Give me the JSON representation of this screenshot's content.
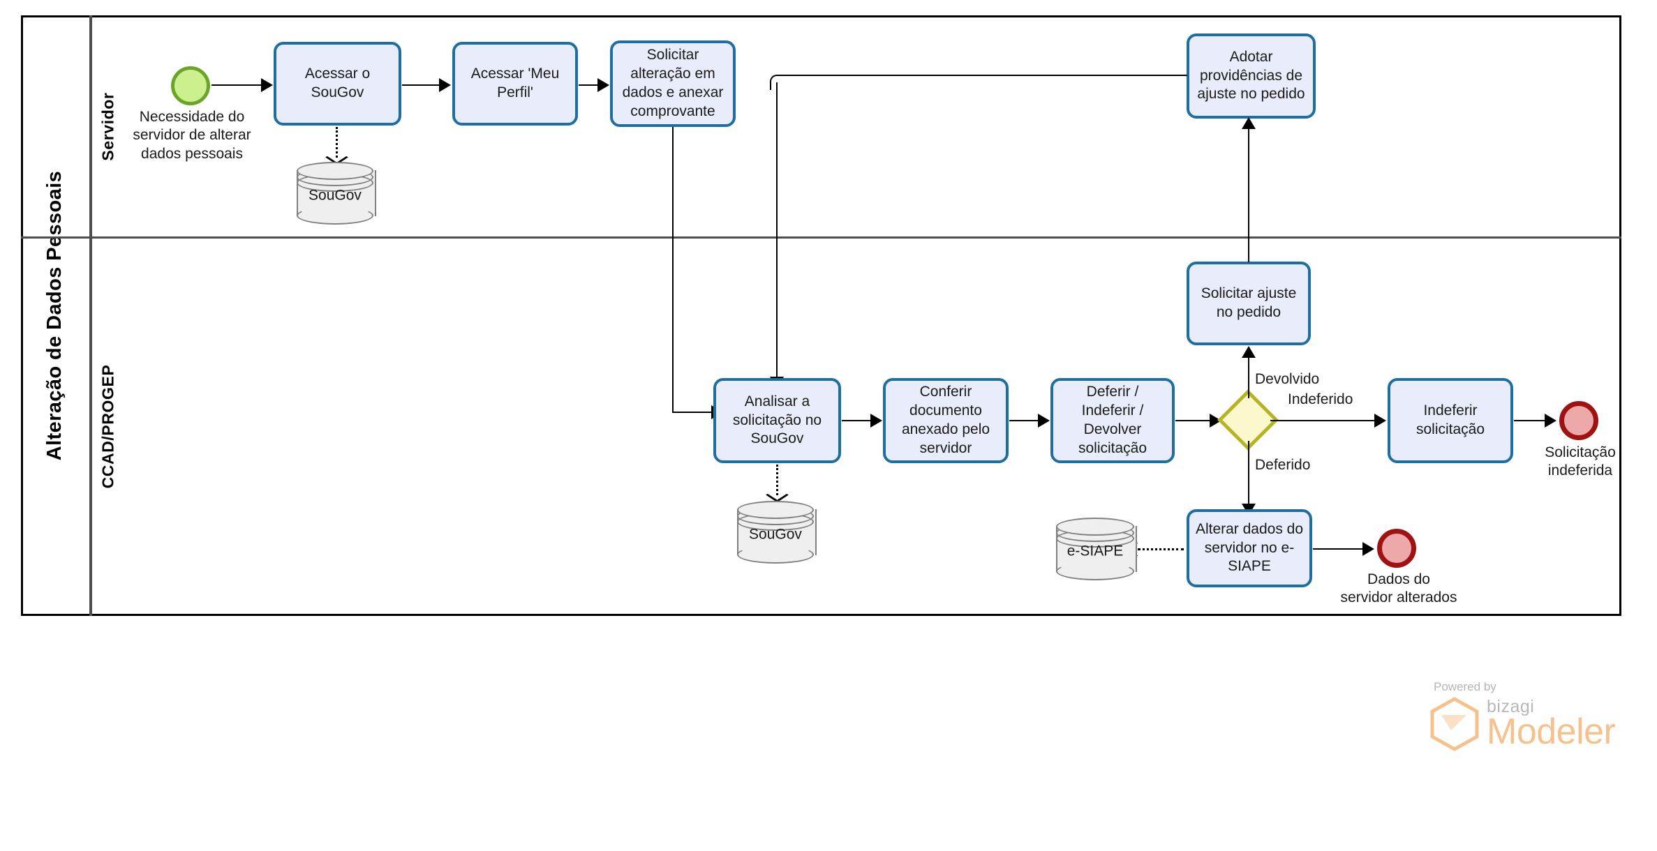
{
  "diagram": {
    "type": "bpmn-process",
    "pool_title": "Alteração de Dados Pessoais",
    "lanes": [
      {
        "name": "Servidor"
      },
      {
        "name": "CCAD/PROGEP"
      }
    ],
    "colors": {
      "task_fill": "#e8ecfb",
      "task_stroke": "#1f6f9e",
      "start_event_fill": "#ccf08e",
      "start_event_stroke": "#6aa52a",
      "end_event_fill": "#eda9a9",
      "end_event_stroke": "#9e1212",
      "gateway_fill": "#fcf8cd",
      "gateway_stroke": "#b5b425",
      "datastore_fill": "#efefef",
      "datastore_stroke": "#808080",
      "connector": "#000000",
      "pool_border": "#000000",
      "lane_border": "#4d4d4d"
    },
    "events": {
      "start": {
        "label": "Necessidade do servidor de alterar dados pessoais"
      },
      "end_indeferida": {
        "label": "Solicitação indeferida"
      },
      "end_alterados": {
        "label": "Dados do servidor alterados"
      }
    },
    "tasks": {
      "acessar_sougov": "Acessar o SouGov",
      "acessar_meu_perfil": "Acessar 'Meu Perfil'",
      "solicitar_alteracao": "Solicitar alteração em dados e anexar comprovante",
      "adotar_providencias": "Adotar providências de ajuste no pedido",
      "solicitar_ajuste": "Solicitar ajuste no pedido",
      "analisar_solicitacao": "Analisar a solicitação no SouGov",
      "conferir_documento": "Conferir documento anexado pelo servidor",
      "deferir_indeferir": "Deferir / Indeferir / Devolver solicitação",
      "indeferir_solicitacao": "Indeferir solicitação",
      "alterar_dados_esiape": "Alterar dados do servidor no e-SIAPE"
    },
    "datastores": {
      "sougov_top": "SouGov",
      "sougov_bottom": "SouGov",
      "esiape": "e-SIAPE"
    },
    "gateway": {
      "name": ""
    },
    "flow_labels": {
      "devolvido": "Devolvido",
      "indeferido": "Indeferido",
      "deferido": "Deferido"
    }
  },
  "branding": {
    "powered_by": "Powered by",
    "bizagi": "bizagi",
    "modeler": "Modeler"
  }
}
